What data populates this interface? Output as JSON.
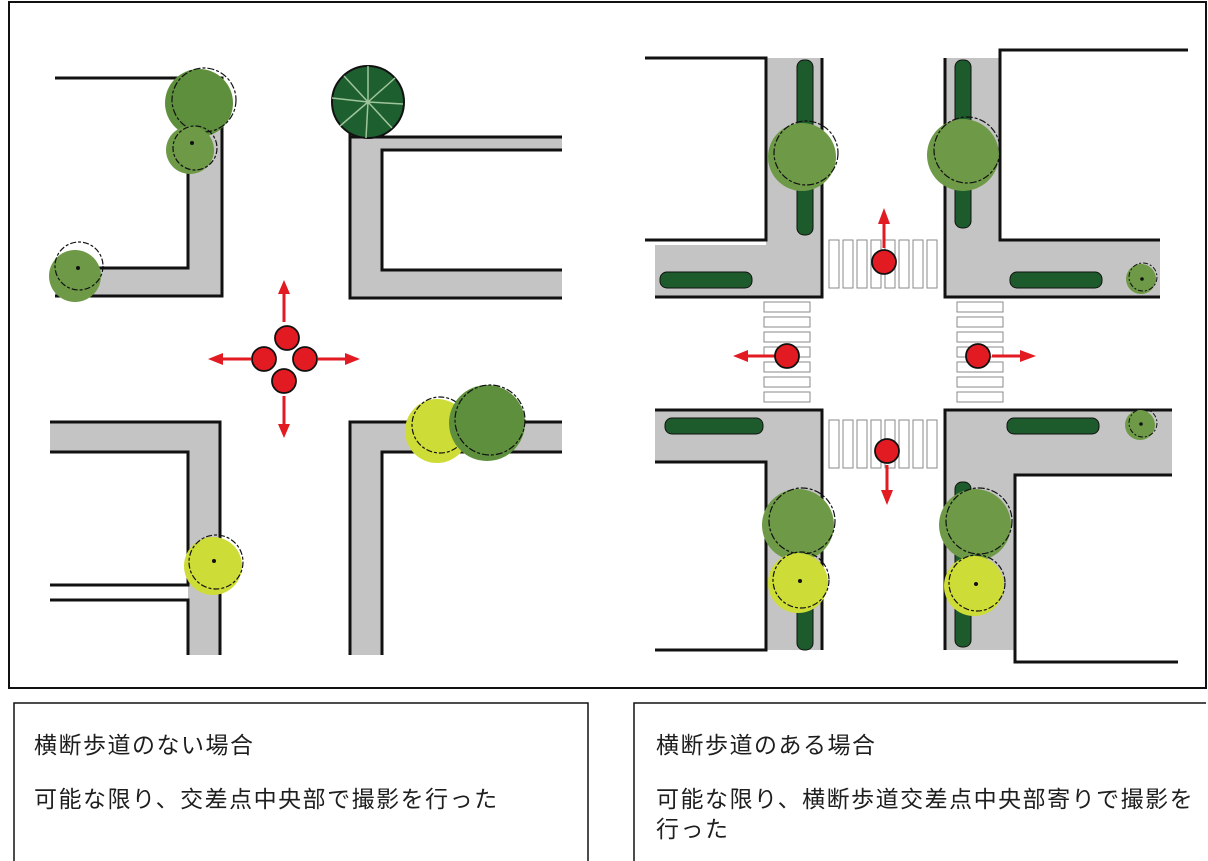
{
  "colors": {
    "sidewalk": "#c4c4c4",
    "wall": "#111111",
    "tree_dark": "#5e8f3c",
    "tree_mid": "#6e9a47",
    "tree_light": "#cddc36",
    "tree_conifer": "#1e5f30",
    "hedge": "#1d5a2c",
    "camera": "#e21a22",
    "arrow": "#e21a22",
    "crosswalk_stripe": "#ffffff",
    "crosswalk_outline": "#8a8a8a"
  },
  "icons": [
    "camera-point-icon",
    "direction-arrow-icon",
    "tree-icon",
    "conifer-tree-icon",
    "hedge-icon",
    "crosswalk-icon"
  ],
  "captions": {
    "left": {
      "heading": "横断歩道のない場合",
      "body": "可能な限り、交差点中央部で撮影を行った"
    },
    "right": {
      "heading": "横断歩道のある場合",
      "body": "可能な限り、横断歩道交差点中央部寄りで撮影を行った"
    }
  }
}
